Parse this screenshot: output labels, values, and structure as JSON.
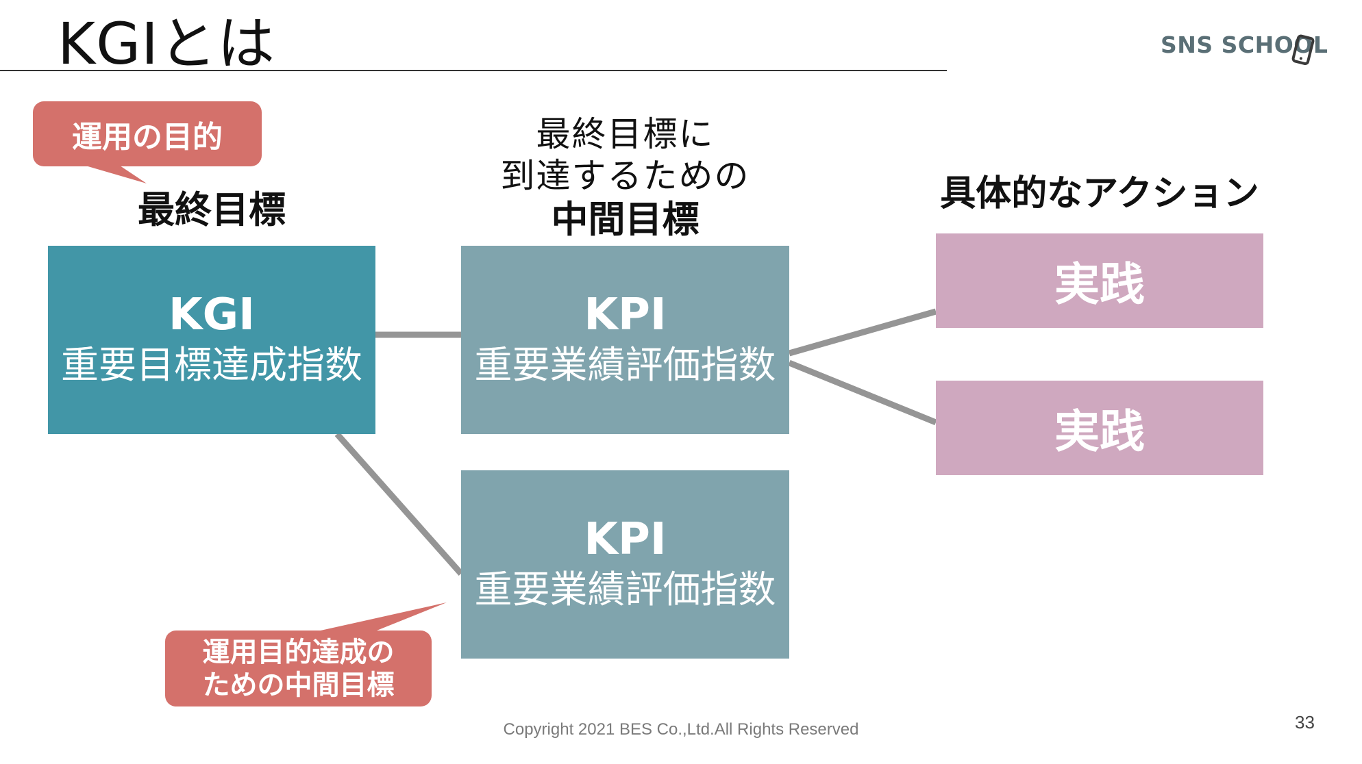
{
  "slide": {
    "title": "KGIとは",
    "logo_text": "SNS SCHOOL",
    "copyright": "Copyright 2021 BES Co.,Ltd.All Rights Reserved",
    "page_number": "33"
  },
  "labels": {
    "kgi_column": "最終目標",
    "kpi_column_line1": "最終目標に",
    "kpi_column_line2": "到達するための",
    "kpi_column_line3": "中間目標",
    "action_column": "具体的なアクション"
  },
  "boxes": {
    "kgi": {
      "title": "KGI",
      "subtitle": "重要目標達成指数"
    },
    "kpi1": {
      "title": "KPI",
      "subtitle": "重要業績評価指数"
    },
    "kpi2": {
      "title": "KPI",
      "subtitle": "重要業績評価指数"
    },
    "action1": {
      "label": "実践"
    },
    "action2": {
      "label": "実践"
    }
  },
  "callouts": {
    "purpose": "運用の目的",
    "intermediate_line1": "運用目的達成の",
    "intermediate_line2": "ための中間目標"
  },
  "colors": {
    "kgi_box": "#4296a7",
    "kpi_box": "#80a4ad",
    "action_box": "#cfa8bf",
    "callout": "#d4716b",
    "connector": "#959595"
  }
}
